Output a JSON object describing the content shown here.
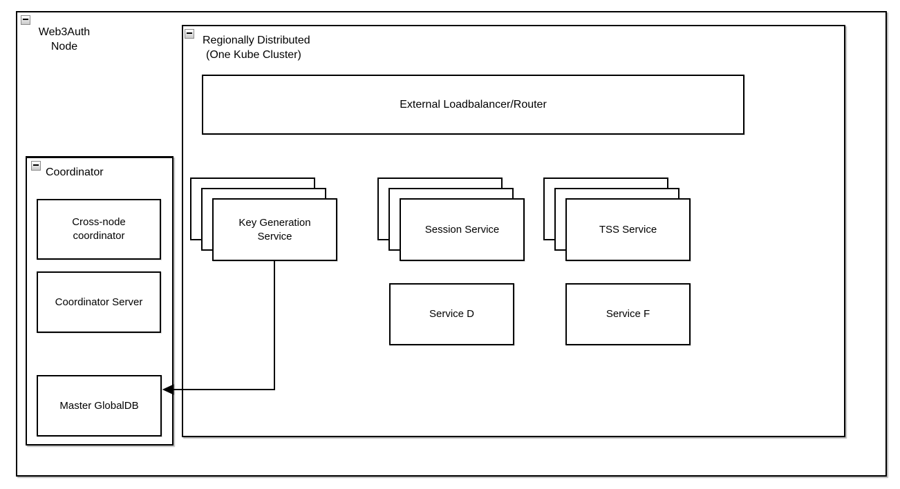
{
  "colors": {
    "stroke": "#000000",
    "background": "#ffffff",
    "shadow": "#d0d0d0"
  },
  "web3auth_node": {
    "icon": "collapse-minus-icon",
    "title_line1": "Web3Auth",
    "title_line2": "Node"
  },
  "region": {
    "icon": "collapse-minus-icon",
    "title_line1": "Regionally Distributed",
    "title_line2": "(One Kube Cluster)"
  },
  "loadbalancer": {
    "label": "External Loadbalancer/Router"
  },
  "stacks": [
    {
      "label_line1": "Key Generation",
      "label_line2": "Service",
      "replicas_shown": 3
    },
    {
      "label_line1": "Session Service",
      "label_line2": "",
      "replicas_shown": 3
    },
    {
      "label_line1": "TSS Service",
      "label_line2": "",
      "replicas_shown": 3
    }
  ],
  "services": [
    {
      "label": "Service D"
    },
    {
      "label": "Service F"
    }
  ],
  "coordinator": {
    "icon": "collapse-minus-icon",
    "title": "Coordinator",
    "boxes": [
      {
        "label_line1": "Cross-node",
        "label_line2": "coordinator"
      },
      {
        "label_line1": "Coordinator Server",
        "label_line2": ""
      },
      {
        "label_line1": "Master GlobalDB",
        "label_line2": ""
      }
    ]
  },
  "connections": [
    {
      "from": "Key Generation Service",
      "to": "Master GlobalDB",
      "type": "arrow"
    }
  ]
}
